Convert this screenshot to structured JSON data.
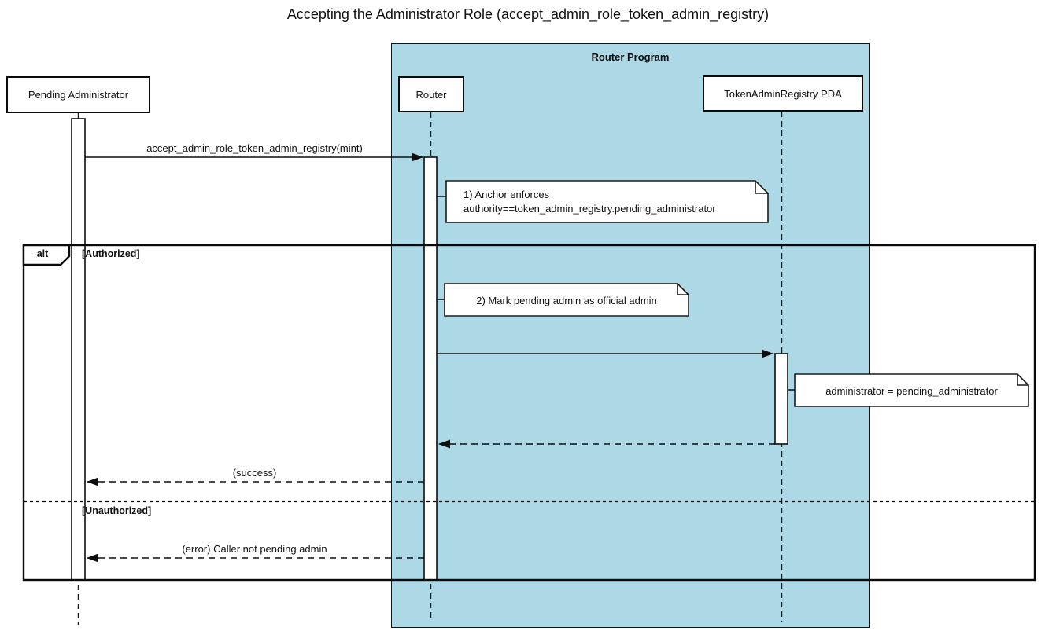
{
  "diagram": {
    "type": "uml-sequence-diagram",
    "title": "Accepting the Administrator Role (accept_admin_role_token_admin_registry)"
  },
  "frames": {
    "router_program": {
      "label": "Router Program",
      "fill": "#ADD8E6"
    },
    "alt": {
      "operator": "alt",
      "guards": [
        "[Authorized]",
        "[Unauthorized]"
      ]
    }
  },
  "participants": [
    {
      "name": "Pending Administrator"
    },
    {
      "name": "Router"
    },
    {
      "name": "TokenAdminRegistry PDA"
    }
  ],
  "messages": {
    "call": "accept_admin_role_token_admin_registry(mint)",
    "success_return": "(success)",
    "error_return": "(error) Caller not pending admin"
  },
  "notes": [
    {
      "line1": "1) Anchor enforces",
      "line2": "authority==token_admin_registry.pending_administrator"
    },
    {
      "text": "2) Mark pending admin as official admin"
    },
    {
      "text": "administrator = pending_administrator"
    }
  ],
  "colors": {
    "program_frame_fill": "#ADD8E6",
    "line": "#0d0d0d",
    "note_fill": "#ffffff",
    "background": "#ffffff"
  }
}
